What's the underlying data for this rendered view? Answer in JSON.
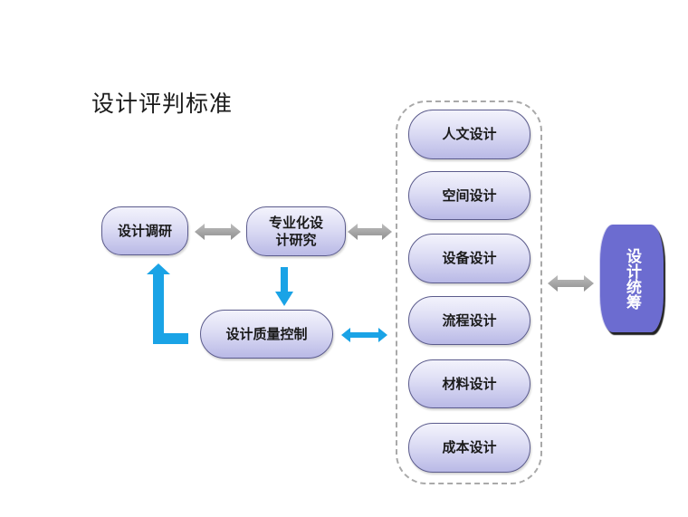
{
  "title": "设计评判标准",
  "left_nodes": {
    "research": "设计调研",
    "specialized_line1": "专业化设",
    "specialized_line2": "计研究",
    "quality_control": "设计质量控制"
  },
  "design_items": [
    {
      "label": "人文设计"
    },
    {
      "label": "空间设计"
    },
    {
      "label": "设备设计"
    },
    {
      "label": "流程设计"
    },
    {
      "label": "材料设计"
    },
    {
      "label": "成本设计"
    }
  ],
  "summary_node": "设计统筹",
  "colors": {
    "pill_border": "#5b5b8c",
    "pill_fill_top": "#f3f3fc",
    "pill_fill_bottom": "#b9b9e6",
    "summary_fill": "#6c6cd0",
    "gray_arrow": "#9e9e9e",
    "blue_arrow": "#1aa3e6",
    "dashed_border": "#a9a9a9"
  }
}
